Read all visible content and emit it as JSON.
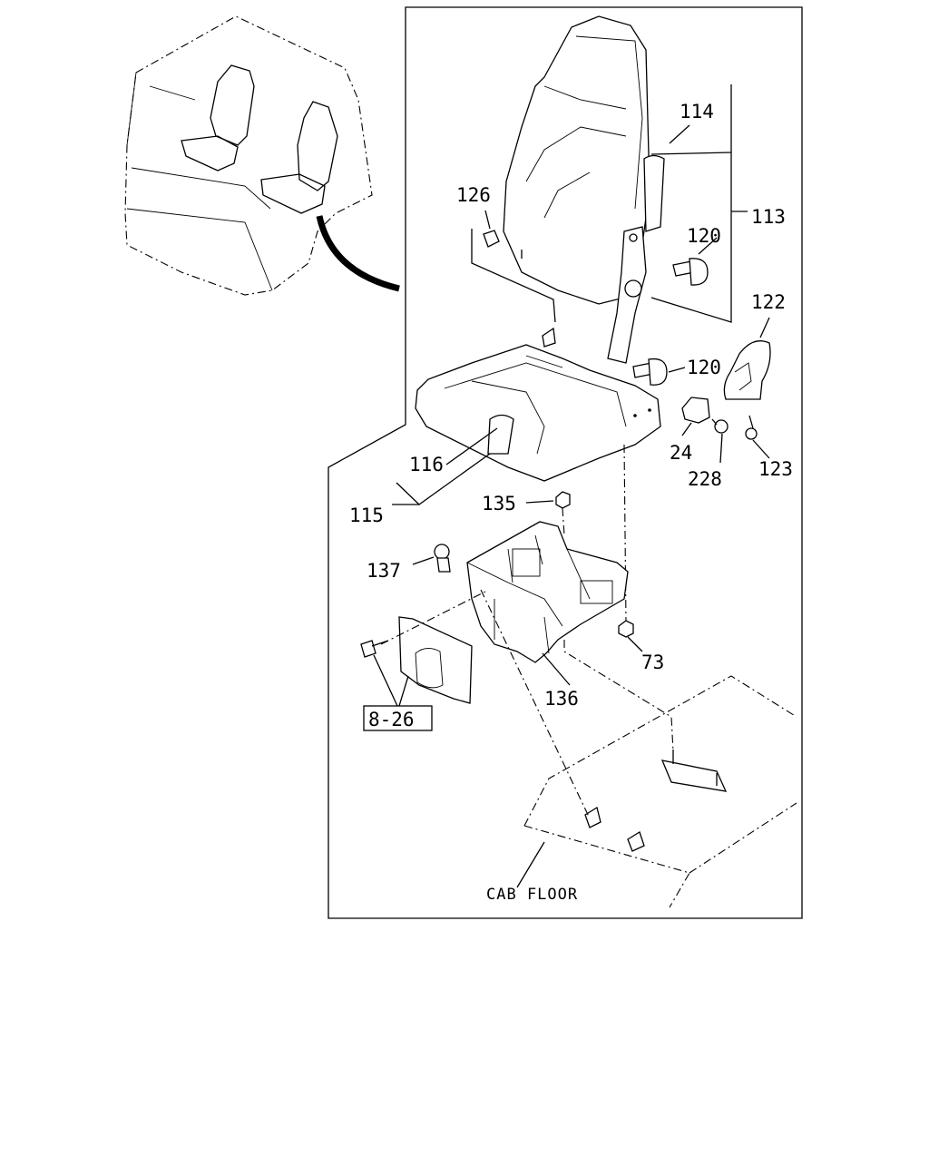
{
  "diagram": {
    "parts": {
      "p114": "114",
      "p113": "113",
      "p126": "126",
      "p120a": "120",
      "p120b": "120",
      "p122": "122",
      "p24": "24",
      "p228": "228",
      "p123": "123",
      "p116": "116",
      "p115": "115",
      "p135": "135",
      "p137": "137",
      "p73": "73",
      "p136": "136"
    },
    "reference": "8-26",
    "floor_label": "CAB FLOOR"
  }
}
